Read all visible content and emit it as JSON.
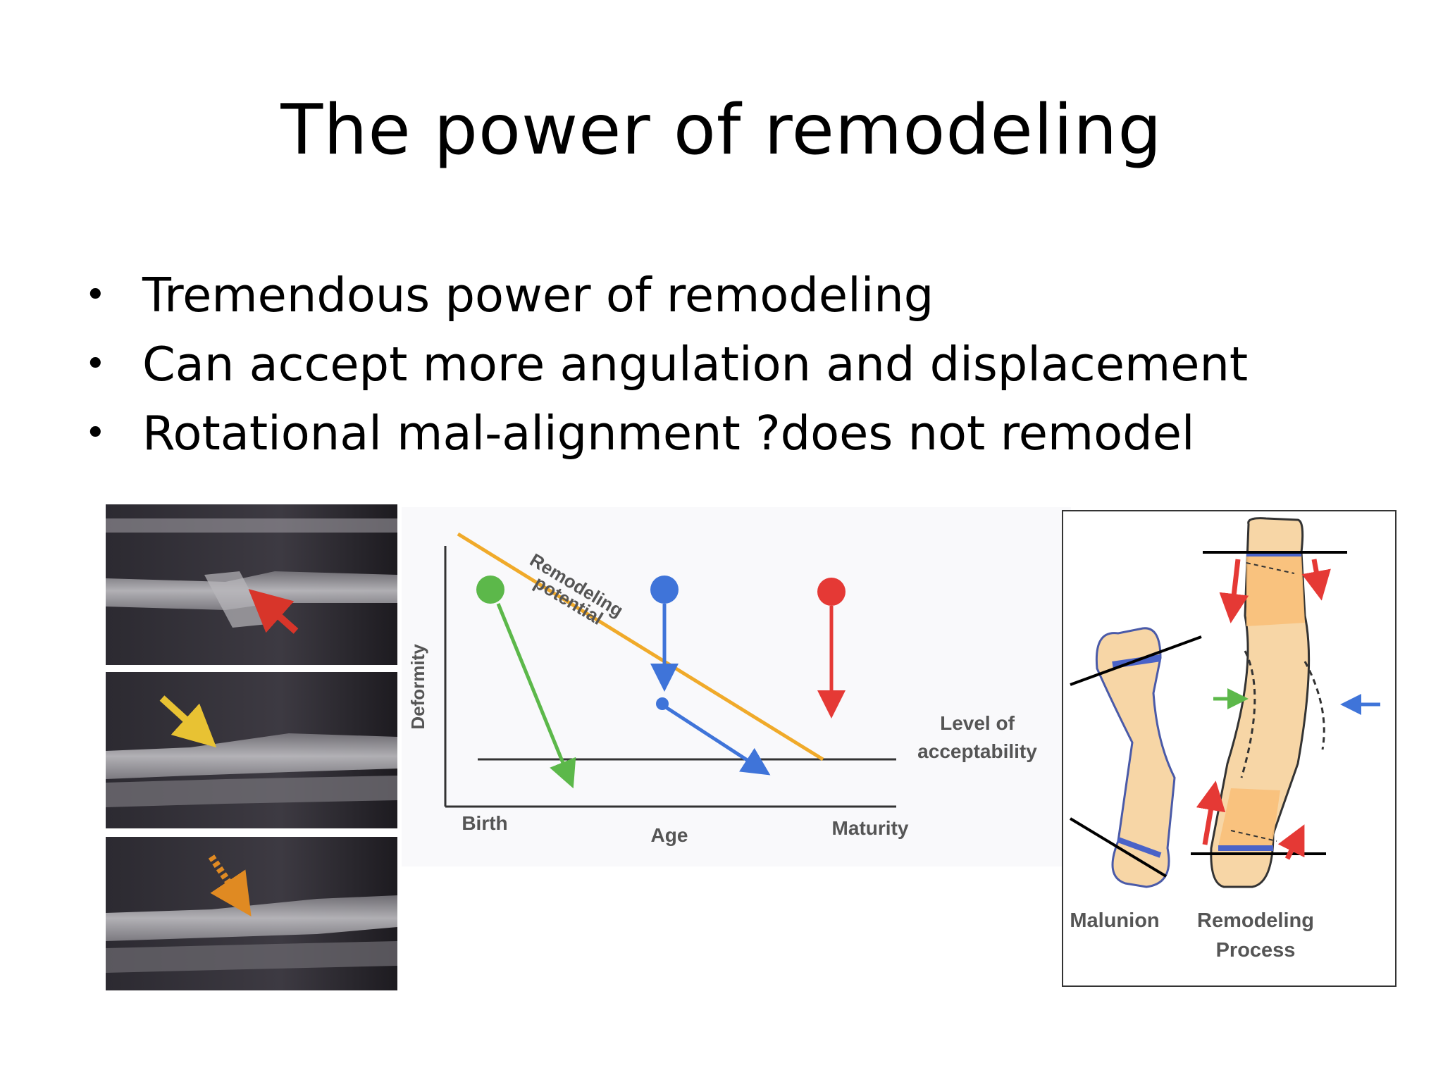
{
  "title": "The power of remodeling",
  "bullets": [
    "Tremendous power of remodeling",
    "Can accept more angulation and displacement",
    "Rotational mal-alignment ?does not remodel"
  ],
  "deformity_graph": {
    "y_label": "Deformity",
    "x_label": "Age",
    "x_start_label": "Birth",
    "x_end_label": "Maturity",
    "curve_label_line1": "Remodeling",
    "curve_label_line2": "potential",
    "threshold_label_line1": "Level of",
    "threshold_label_line2": "acceptability",
    "colors": {
      "remodeling_line": "#f0aa2a",
      "early": "#5cb84a",
      "middle": "#3f74d9",
      "late": "#e53935",
      "axis": "#333333"
    }
  },
  "bone_diagram": {
    "left_label": "Malunion",
    "right_label_line1": "Remodeling",
    "right_label_line2": "Process",
    "colors": {
      "bone_fill": "#f7d6a6",
      "bone_darker": "#f8c07a",
      "physis": "#4a63c8",
      "border": "#333333"
    }
  },
  "xray_arrows": {
    "colors": [
      "#d8352a",
      "#e8c233",
      "#e08a22"
    ]
  }
}
